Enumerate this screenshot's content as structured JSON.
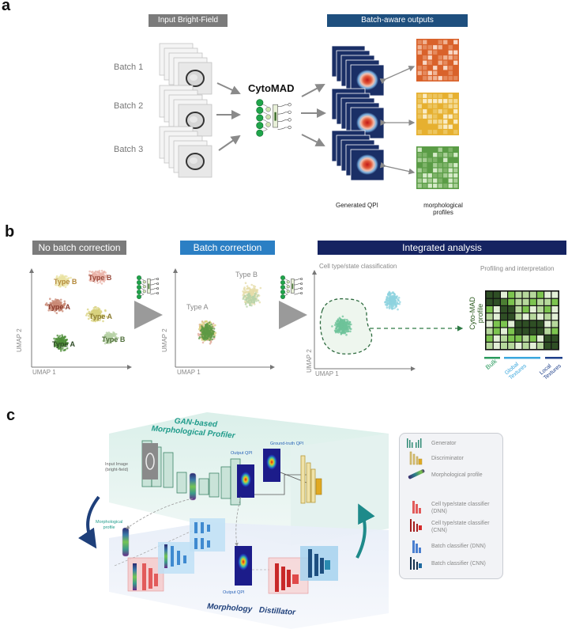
{
  "panel_a": {
    "letter": "a",
    "input_header": "Input Bright-Field",
    "output_header": "Batch-aware outputs",
    "batches": [
      "Batch 1",
      "Batch 2",
      "Batch 3"
    ],
    "model_name": "CytoMAD",
    "qpi_label": "Generated QPI",
    "profiles_label_line1": "morphological",
    "profiles_label_line2": "profiles",
    "colors": {
      "input_header": "#7b7b7b",
      "output_header": "#1e4f7e",
      "profile_orange": "#d9622b",
      "profile_yellow": "#e6b030",
      "profile_green": "#5a9c46",
      "qpi_bg": "#1a2f66"
    }
  },
  "panel_b": {
    "letter": "b",
    "headers": [
      "No batch correction",
      "Batch correction",
      "Integrated analysis"
    ],
    "header_colors": [
      "#7b7b7b",
      "#2b7fc4",
      "#152361"
    ],
    "plot1": {
      "xlabel": "UMAP 1",
      "ylabel": "UMAP 2",
      "clusters": [
        {
          "label": "Type B",
          "color": "#e9e3a3"
        },
        {
          "label": "Type B",
          "color": "#e9b3a8"
        },
        {
          "label": "Type A",
          "color": "#c98a76"
        },
        {
          "label": "Type A",
          "color": "#d8d27e"
        },
        {
          "label": "Type A",
          "color": "#4f8f3a"
        },
        {
          "label": "Type B",
          "color": "#b7d1a6"
        }
      ]
    },
    "plot2": {
      "xlabel": "UMAP 1",
      "ylabel": "UMAP 2",
      "clusters": [
        {
          "label": "Type A",
          "color": "#7fa55a"
        },
        {
          "label": "Type B",
          "color": "#d9dba8"
        }
      ]
    },
    "plot3": {
      "subtitle": "Cell type/state classification",
      "xlabel": "UMAP 1",
      "ylabel": "UMAP 2",
      "clusters": [
        {
          "color": "#6dc39a"
        },
        {
          "color": "#8dd3df"
        }
      ]
    },
    "profiling": {
      "subtitle": "Profiling and interpretation",
      "ylabel_line1": "Cyto-MAD",
      "ylabel_line2": "profile",
      "groups": [
        {
          "label": "Bulk",
          "color": "#2a9a5e"
        },
        {
          "label": "Global Textures",
          "color": "#3aa7dd"
        },
        {
          "label": "Local Textures",
          "color": "#1d3f8a"
        }
      ]
    }
  },
  "panel_c": {
    "letter": "c",
    "top_title_line1": "GAN-based",
    "top_title_line2": "Morphological Profiler",
    "input_image_line1": "Input Image",
    "input_image_line2": "(bright-field)",
    "output_qpi": "Output QPI",
    "ground_truth_qpi": "Ground-truth QPI",
    "morph_profile_line1": "Morphological",
    "morph_profile_line2": "profile",
    "output_qpi_bottom": "Output QPI",
    "bottom_title": "Morphology Distillator",
    "legend": [
      {
        "label": "Generator",
        "icon": "generator-icon"
      },
      {
        "label": "Discriminator",
        "icon": "discriminator-icon"
      },
      {
        "label": "Morphological profile",
        "icon": "morphological-profile-icon"
      },
      {
        "label": "Cell type/state classifier (DNN)",
        "icon": "cell-classifier-dnn-icon"
      },
      {
        "label": "Cell type/state classifier (CNN)",
        "icon": "cell-classifier-cnn-icon"
      },
      {
        "label": "Batch classifier (DNN)",
        "icon": "batch-classifier-dnn-icon"
      },
      {
        "label": "Batch classifier (CNN)",
        "icon": "batch-classifier-cnn-icon"
      }
    ]
  }
}
